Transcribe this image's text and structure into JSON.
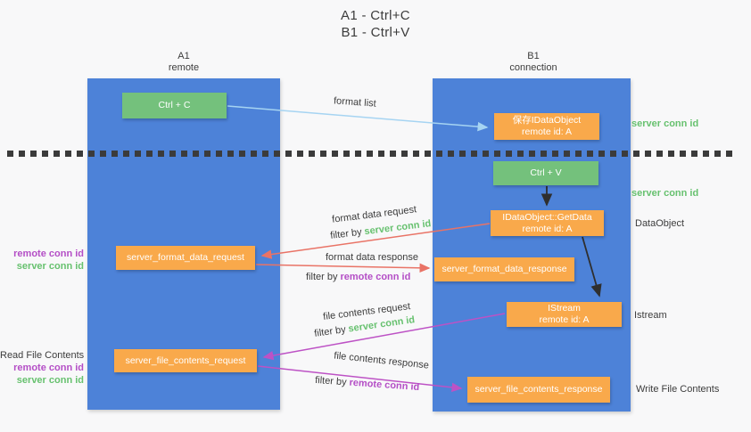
{
  "title": {
    "line1": "A1 - Ctrl+C",
    "line2": "B1 - Ctrl+V"
  },
  "columns": {
    "a1": {
      "name": "A1",
      "subtitle": "remote"
    },
    "b1": {
      "name": "B1",
      "subtitle": "connection"
    }
  },
  "boxes": {
    "ctrl_c": {
      "label": "Ctrl + C"
    },
    "save_dataobject": {
      "line1": "保存IDataObject",
      "line2": "remote id: A"
    },
    "ctrl_v": {
      "label": "Ctrl + V"
    },
    "getdata": {
      "line1": "IDataObject::GetData",
      "line2": "remote id: A"
    },
    "format_request": {
      "label": "server_format_data_request"
    },
    "format_response": {
      "label": "server_format_data_response"
    },
    "istream": {
      "line1": "IStream",
      "line2": "remote id: A"
    },
    "file_request": {
      "label": "server_file_contents_request"
    },
    "file_response": {
      "label": "server_file_contents_response"
    }
  },
  "flow": {
    "format_list": {
      "label": "format list"
    },
    "format_request": {
      "label": "format data request",
      "filter_prefix": "filter by",
      "filter_key": "server conn id"
    },
    "format_response": {
      "label": "format data response",
      "filter_prefix": "filter by",
      "filter_key": "remote conn id"
    },
    "file_request": {
      "label": "file contents request",
      "filter_prefix": "filter by",
      "filter_key": "server conn id"
    },
    "file_response": {
      "label": "file contents response",
      "filter_prefix": "filter by",
      "filter_key": "remote conn id"
    }
  },
  "side_labels": {
    "right": {
      "server_conn_id_top": "server conn id",
      "server_conn_id_mid": "server conn id",
      "dataobject": "DataObject",
      "istream": "Istream",
      "write_file_contents": "Write File Contents"
    },
    "left": {
      "format_remote_conn_id": "remote conn id",
      "format_server_conn_id": "server conn id",
      "read_file_contents": "Read File Contents",
      "file_remote_conn_id": "remote conn id",
      "file_server_conn_id": "server conn id"
    }
  },
  "colors": {
    "column_blue": "#4d82d8",
    "box_green": "#74c17c",
    "box_orange": "#f9a94b",
    "arrow_blue": "#a6d4f2",
    "arrow_red": "#e97366",
    "arrow_magenta": "#bd52c5",
    "arrow_black": "#2f2f2f",
    "label_green": "#67c16f",
    "label_purple": "#b44ec6",
    "text_dark": "#3f3f3f"
  }
}
